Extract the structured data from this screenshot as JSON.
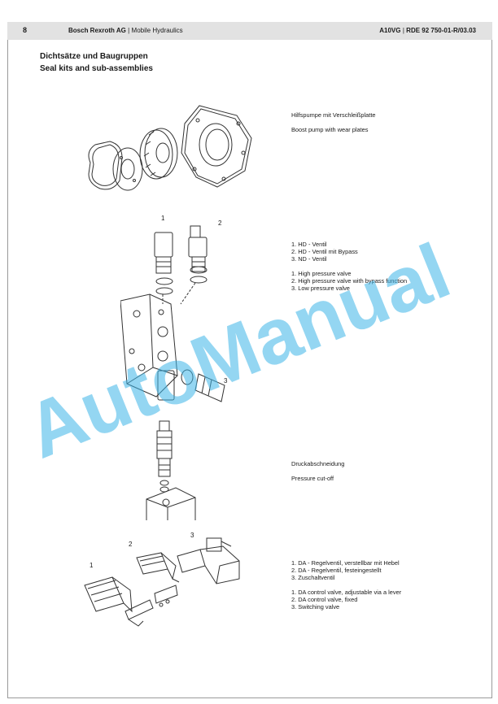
{
  "header": {
    "page_number": "8",
    "company": "Bosch Rexroth AG",
    "separator": "|",
    "division": "Mobile Hydraulics",
    "doc_product": "A10VG",
    "doc_number": "RDE 92 750-01-R/03.03"
  },
  "title": {
    "de": "Dichtsätze und Baugruppen",
    "en": "Seal kits and sub-assemblies"
  },
  "sections": {
    "boost_pump": {
      "de": "Hilfspumpe mit Verschleißplatte",
      "en": "Boost pump with wear plates"
    },
    "valves": {
      "de": [
        "1. HD - Ventil",
        "2. HD - Ventil mit Bypass",
        "3. ND - Ventil"
      ],
      "en": [
        "1. High pressure valve",
        "2. High pressure valve with bypass function",
        "3. Low pressure valve"
      ],
      "callouts": [
        "1",
        "2",
        "3"
      ]
    },
    "pressure_cutoff": {
      "de": "Druckabschneidung",
      "en": "Pressure cut-off"
    },
    "control": {
      "de": [
        "1. DA - Regelventil, verstellbar mit Hebel",
        "2. DA - Regelventil, festeingestellt",
        "3. Zuschaltventil"
      ],
      "en": [
        "1. DA control valve, adjustable via a lever",
        "2. DA control valve, fixed",
        "3. Switching valve"
      ],
      "callouts": [
        "1",
        "2",
        "3"
      ]
    }
  },
  "watermark": {
    "text": "AutoManual",
    "color": "#3db4e8"
  }
}
